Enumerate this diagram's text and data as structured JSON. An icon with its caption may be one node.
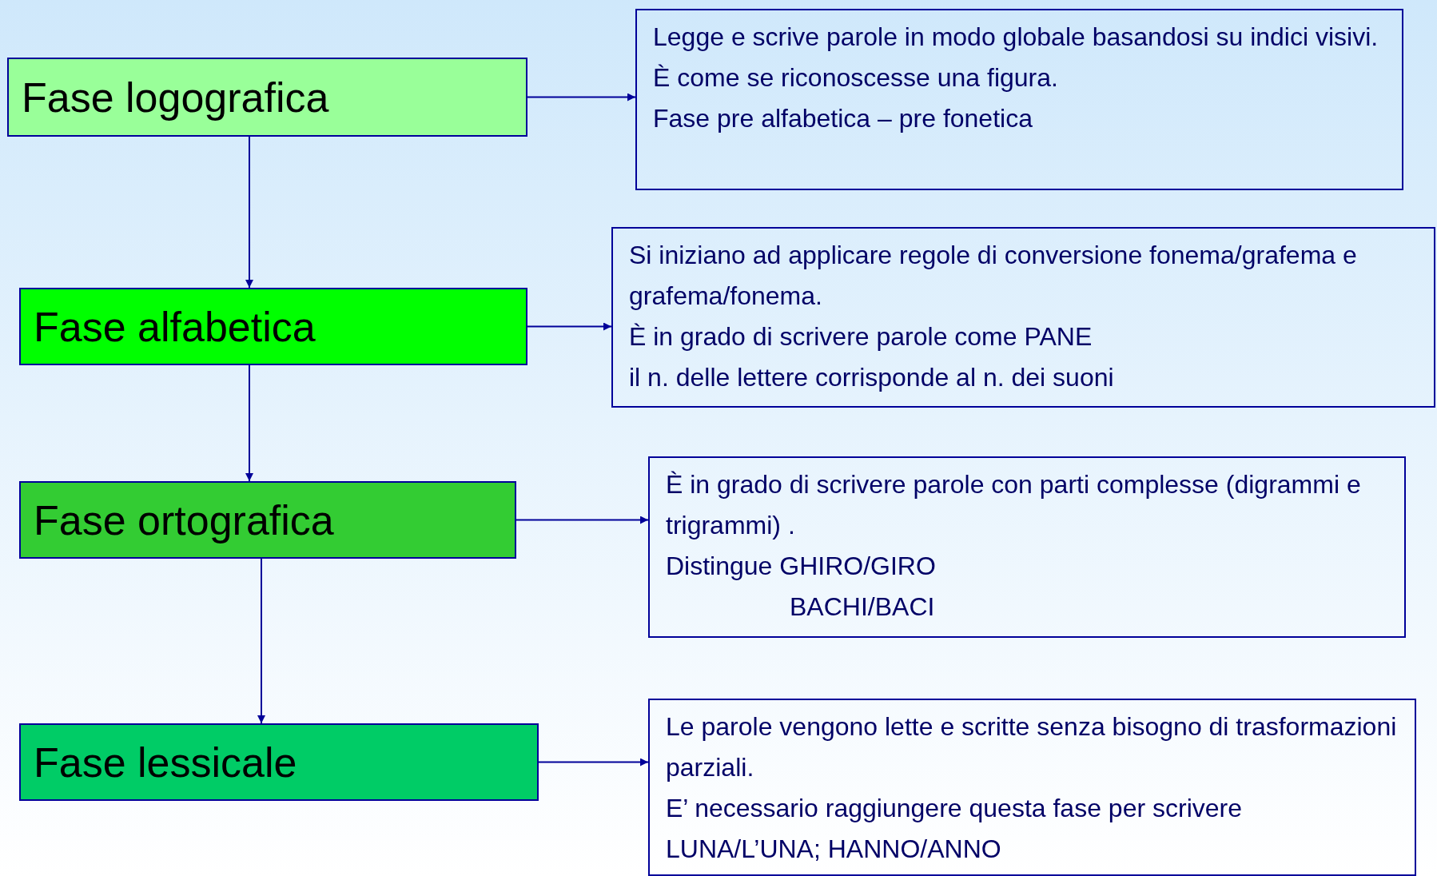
{
  "diagram": {
    "nodes": [
      {
        "text": [
          "Fase logografica"
        ]
      },
      {
        "text": [
          "Legge e scrive parole in modo globale basandosi su indici visivi.",
          "È come se riconoscesse una figura.",
          "Fase pre alfabetica – pre fonetica"
        ]
      },
      {
        "text": [
          "Fase alfabetica"
        ]
      },
      {
        "text": [
          "Si iniziano ad applicare regole di conversione fonema/grafema e grafema/fonema.",
          "È in grado di scrivere parole come PANE",
          "il n. delle lettere corrisponde al n. dei suoni"
        ]
      },
      {
        "text": [
          "Fase ortografica"
        ]
      },
      {
        "text": [
          "È in grado di scrivere parole con parti complesse (digrammi e trigrammi) .",
          "Distingue GHIRO/GIRO",
          "BACHI/BACI"
        ]
      },
      {
        "text": [
          "Fase lessicale"
        ]
      },
      {
        "text": [
          "Le parole vengono lette e scritte senza bisogno di trasformazioni parziali.",
          "E’ necessario raggiungere questa fase per scrivere LUNA/L’UNA; HANNO/ANNO"
        ]
      }
    ],
    "edges": [
      {
        "from": 0,
        "to": 1,
        "arrow": "to"
      },
      {
        "from": 0,
        "to": 2,
        "arrow": "to"
      },
      {
        "from": 2,
        "to": 3,
        "arrow": "to"
      },
      {
        "from": 2,
        "to": 4,
        "arrow": "to"
      },
      {
        "from": 4,
        "to": 5,
        "arrow": "to"
      },
      {
        "from": 4,
        "to": 6,
        "arrow": "to"
      },
      {
        "from": 6,
        "to": 7,
        "arrow": "to"
      }
    ]
  }
}
